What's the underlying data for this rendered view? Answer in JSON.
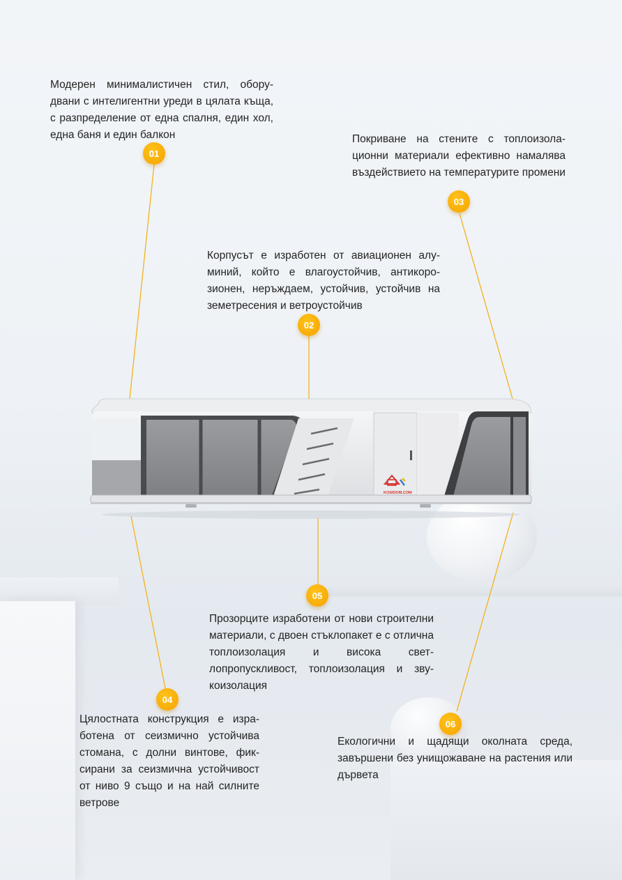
{
  "features": [
    {
      "number": "01",
      "text": "Модерен минималистичен стил, обору­двани с интелигентни уреди в цялата къща, с разпределение от една спалня, един хол, една баня и един балкон"
    },
    {
      "number": "02",
      "text": "Корпусът е изработен от авиационен алу­миний, който е влагоустойчив, антикоро­зионен, неръждаем, устойчив, устойчив на земетресения и ветроустойчив"
    },
    {
      "number": "03",
      "text": "Покриване на стените с топлоизола­ционни материали ефективно намаля­ва въздействието на температурите промени"
    },
    {
      "number": "04",
      "text": "Цялостната конструкция е изра­ботена от сеизмично устойчива стомана, с долни винтове, фик­сирани за сеизмична устойчи­вост от ниво 9 също и на най силните ветрове"
    },
    {
      "number": "05",
      "text": "Прозорците изработени от нови строи­телни материали, с двоен стъклопакет е с отлична топлоизолация и висока свет­лопропускливост, топлоизолация и зву­коизолация"
    },
    {
      "number": "06",
      "text": "Екологични и щадящи околната среда, завършени без унищожаване на растения или дървета"
    }
  ],
  "logo_text": "KOSIDOM.COM",
  "colors": {
    "accent": "#f5a300",
    "line": "#f3b21b",
    "body": "#e9eaec",
    "glass": "#8a8b8e"
  }
}
